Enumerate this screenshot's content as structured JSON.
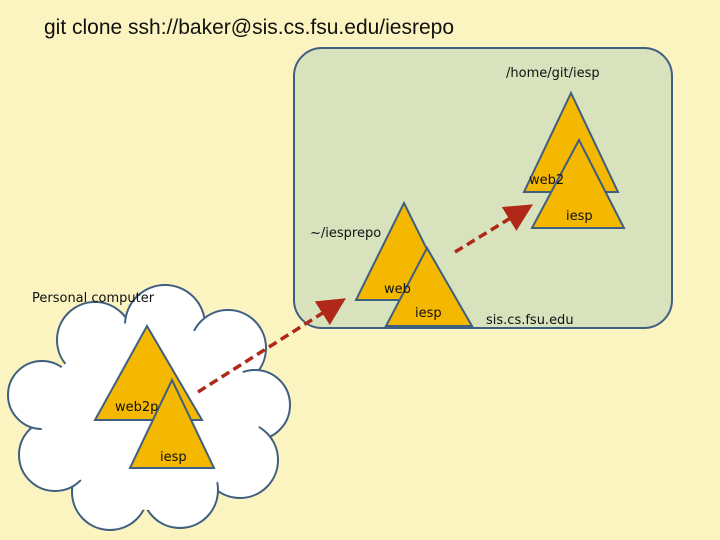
{
  "title": "git clone ssh://baker@sis.cs.fsu.edu/iesrepo",
  "server": {
    "host_label": "sis.cs.fsu.edu",
    "repo_path": "/home/git/iesp",
    "web_label": "web2",
    "iesp_label": "iesp"
  },
  "clone": {
    "repo_label": "~/iesprepo",
    "web_label": "web",
    "iesp_label": "iesp"
  },
  "personal": {
    "label": "Personal computer",
    "web_label": "web2p",
    "iesp_label": "iesp"
  },
  "colors": {
    "background": "#fbf4c0",
    "server_fill": "#d8e2bd",
    "triangle_fill": "#f5b800",
    "arrow": "#b02818"
  }
}
